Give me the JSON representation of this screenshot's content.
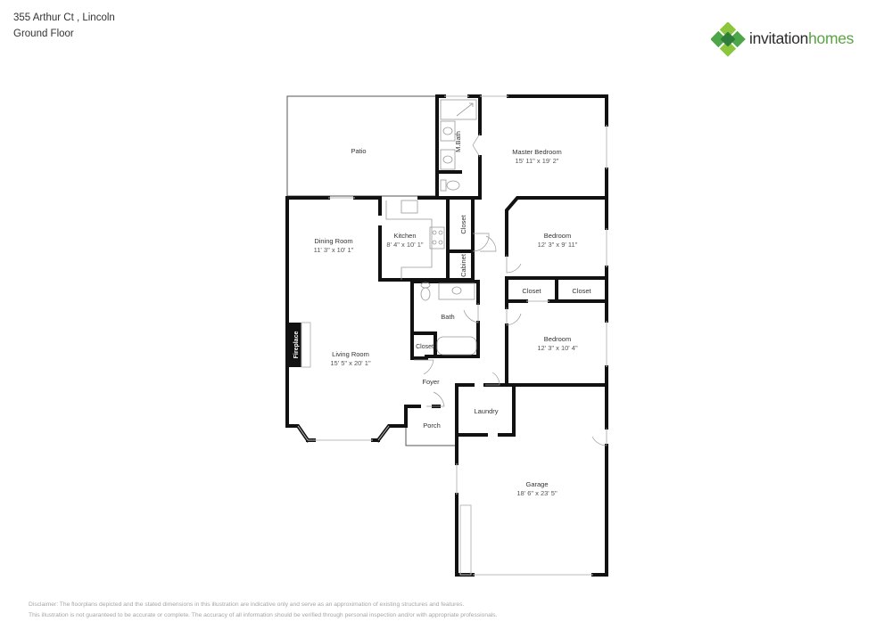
{
  "header": {
    "address": "355 Arthur Ct , Lincoln",
    "floor": "Ground Floor"
  },
  "logo": {
    "icon": "green-clover-diamond-icon",
    "word1": "invitation",
    "word2": "homes",
    "colors": {
      "dark_text": "#2b2b2b",
      "green_text": "#5aa445",
      "tile_dark": "#2f7d3a",
      "tile_mid": "#4ea64a",
      "tile_light": "#8cc63f"
    }
  },
  "rooms": {
    "patio": {
      "name": "Patio"
    },
    "mbath": {
      "name": "M.Bath"
    },
    "master_bedroom": {
      "name": "Master Bedroom",
      "dims": "15' 11\" x 19' 2\""
    },
    "dining_room": {
      "name": "Dining Room",
      "dims": "11' 3\" x 10' 1\""
    },
    "kitchen": {
      "name": "Kitchen",
      "dims": "8' 4\" x 10' 1\""
    },
    "closet_hall": {
      "name": "Closet"
    },
    "cabinet": {
      "name": "Cabinet"
    },
    "bedroom2": {
      "name": "Bedroom",
      "dims": "12' 3\" x 9' 11\""
    },
    "closet_b2a": {
      "name": "Closet"
    },
    "closet_b2b": {
      "name": "Closet"
    },
    "bath": {
      "name": "Bath"
    },
    "closet_bath": {
      "name": "Closet"
    },
    "fireplace": {
      "name": "Fireplace"
    },
    "living_room": {
      "name": "Living Room",
      "dims": "15' 5\" x 20' 1\""
    },
    "bedroom3": {
      "name": "Bedroom",
      "dims": "12' 3\" x 10' 4\""
    },
    "foyer": {
      "name": "Foyer"
    },
    "laundry": {
      "name": "Laundry"
    },
    "porch": {
      "name": "Porch"
    },
    "garage": {
      "name": "Garage",
      "dims": "18' 6\" x 23' 5\""
    }
  },
  "disclaimer": {
    "line1": "Disclaimer: The floorplans depicted and the stated dimensions in this illustration are indicative only and serve as an approximation of existing structures and features.",
    "line2": "This illustration is not guaranteed to be accurate or complete. The accuracy of all information should be verified through personal inspection and/or with appropriate professionals."
  }
}
